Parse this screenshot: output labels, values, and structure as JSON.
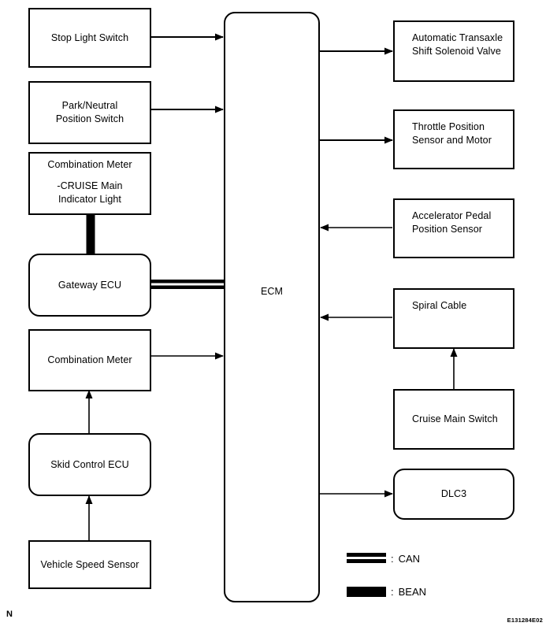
{
  "figure": {
    "code": "E131284E02",
    "sheet_mark": "N"
  },
  "nodes": {
    "stop_light_switch": {
      "label": "Stop Light Switch"
    },
    "park_neutral_position_switch": {
      "line1": "Park/Neutral",
      "line2": "Position Switch"
    },
    "combination_meter_cruise": {
      "line1": "Combination Meter",
      "line2": "-CRUISE Main",
      "line3": "Indicator Light"
    },
    "gateway_ecu": {
      "label": "Gateway ECU"
    },
    "combination_meter": {
      "label": "Combination Meter"
    },
    "skid_control_ecu": {
      "label": "Skid Control ECU"
    },
    "vehicle_speed_sensor": {
      "label": "Vehicle Speed Sensor"
    },
    "ecm": {
      "label": "ECM"
    },
    "automatic_transaxle_shift_solenoid_valve": {
      "line1": "Automatic Transaxle",
      "line2": "Shift Solenoid Valve"
    },
    "throttle_position_sensor_and_motor": {
      "line1": "Throttle Position",
      "line2": "Sensor and Motor"
    },
    "accelerator_pedal_position_sensor": {
      "line1": "Accelerator Pedal",
      "line2": "Position Sensor"
    },
    "spiral_cable": {
      "label": "Spiral Cable"
    },
    "cruise_main_switch": {
      "label": "Cruise Main Switch"
    },
    "dlc3": {
      "label": "DLC3"
    }
  },
  "legend": {
    "items": [
      {
        "key": "can",
        "separator": ":",
        "label": "CAN"
      },
      {
        "key": "bean",
        "separator": ":",
        "label": "BEAN"
      }
    ],
    "can_separator": ":",
    "can_label": "CAN",
    "bean_separator": ":",
    "bean_label": "BEAN"
  },
  "colors": {
    "line": "#000000",
    "background": "#ffffff"
  },
  "connections": [
    {
      "from": "stop_light_switch",
      "to": "ecm",
      "type": "signal",
      "direction": "right"
    },
    {
      "from": "park_neutral_position_switch",
      "to": "ecm",
      "type": "signal",
      "direction": "right"
    },
    {
      "from": "combination_meter_cruise",
      "to": "gateway_ecu",
      "type": "BEAN",
      "direction": "none"
    },
    {
      "from": "gateway_ecu",
      "to": "ecm",
      "type": "CAN",
      "direction": "none"
    },
    {
      "from": "combination_meter",
      "to": "ecm",
      "type": "signal",
      "direction": "right"
    },
    {
      "from": "skid_control_ecu",
      "to": "combination_meter",
      "type": "signal",
      "direction": "up"
    },
    {
      "from": "vehicle_speed_sensor",
      "to": "skid_control_ecu",
      "type": "signal",
      "direction": "up"
    },
    {
      "from": "ecm",
      "to": "automatic_transaxle_shift_solenoid_valve",
      "type": "signal",
      "direction": "right"
    },
    {
      "from": "ecm",
      "to": "throttle_position_sensor_and_motor",
      "type": "signal",
      "direction": "right"
    },
    {
      "from": "accelerator_pedal_position_sensor",
      "to": "ecm",
      "type": "signal",
      "direction": "left"
    },
    {
      "from": "spiral_cable",
      "to": "ecm",
      "type": "signal",
      "direction": "left"
    },
    {
      "from": "cruise_main_switch",
      "to": "spiral_cable",
      "type": "signal",
      "direction": "up"
    },
    {
      "from": "ecm",
      "to": "dlc3",
      "type": "signal",
      "direction": "right"
    }
  ]
}
